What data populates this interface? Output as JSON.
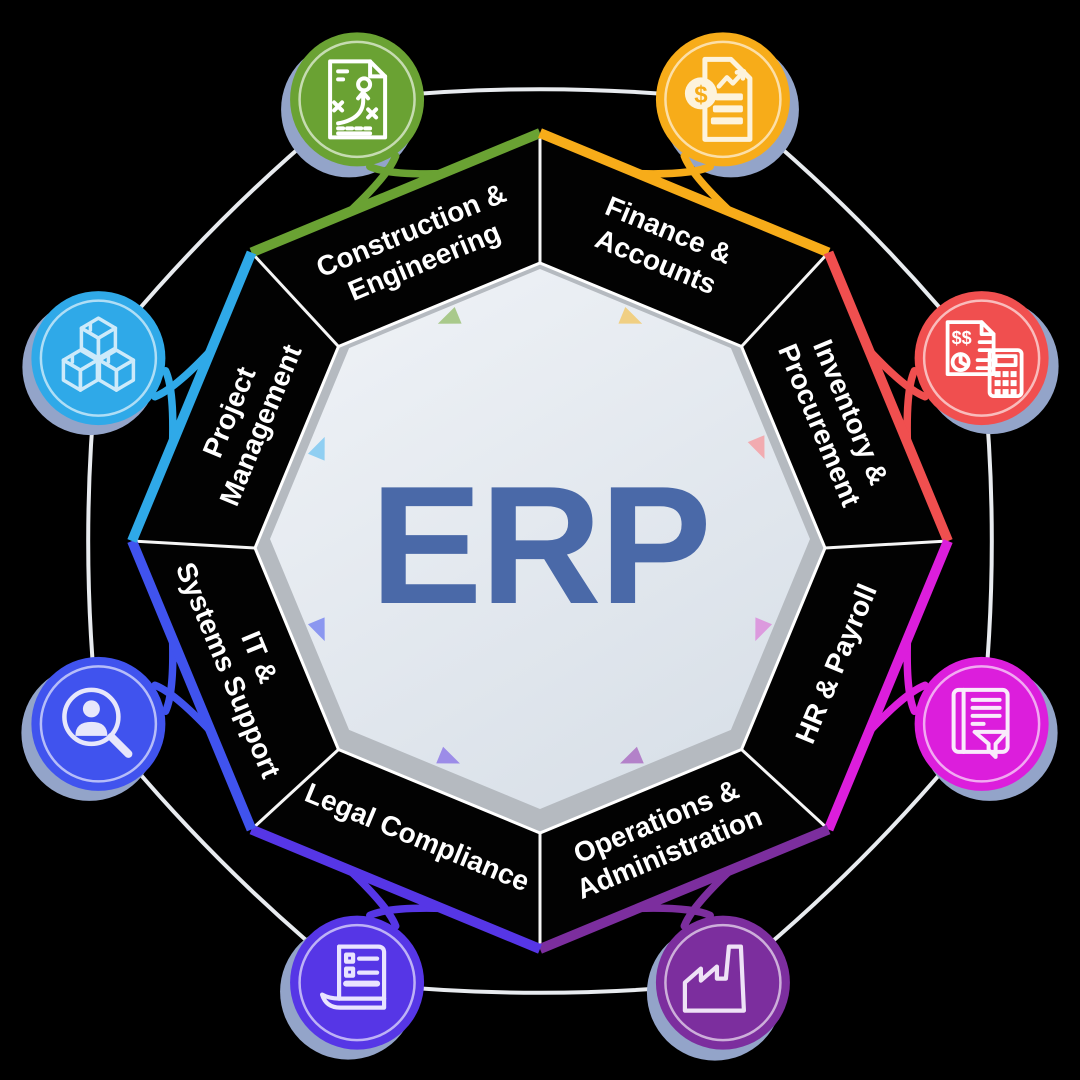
{
  "diagram": {
    "title": "ERP",
    "title_color": "#4a69a8",
    "background_color": "#000000",
    "ring_color": "#e8ebef",
    "separator_color": "#f5f5f5",
    "shadow_color": "#93a4c9",
    "bevel_color": "#b5bac0",
    "face_color_light": "#f0f3f7",
    "face_color_dark": "#dae1e9",
    "label_color": "#ffffff",
    "symbols": {
      "dollar": "$",
      "double_dollar": "$$"
    },
    "segments": [
      {
        "id": "construction-engineering",
        "label_lines": [
          "Construction &",
          "Engineering"
        ],
        "color": "#6aa233",
        "triangle_color": "#a9c98b",
        "icon": "strategy-document-icon",
        "icon_art_color": "#ffffff"
      },
      {
        "id": "finance-accounts",
        "label_lines": [
          "Finance &",
          "Accounts"
        ],
        "color": "#f7ac19",
        "triangle_color": "#f0cf83",
        "icon": "finance-report-icon",
        "icon_art_color": "#fdf3dc"
      },
      {
        "id": "inventory-procurement",
        "label_lines": [
          "Inventory &",
          "Procurement"
        ],
        "color": "#f04f4f",
        "triangle_color": "#f2abb0",
        "icon": "invoice-calculator-icon",
        "icon_art_color": "#ffffff"
      },
      {
        "id": "hr-payroll",
        "label_lines": [
          "HR & Payroll"
        ],
        "color": "#dc1edc",
        "triangle_color": "#dc9ade",
        "icon": "ledger-filter-icon",
        "icon_art_color": "#f9ebfb"
      },
      {
        "id": "operations-administration",
        "label_lines": [
          "Operations &",
          "Administration"
        ],
        "color": "#7c2e9e",
        "triangle_color": "#b381c9",
        "icon": "factory-icon",
        "icon_art_color": "#eee2f6"
      },
      {
        "id": "legal-compliance",
        "label_lines": [
          "Legal Compliance"
        ],
        "color": "#5636e6",
        "triangle_color": "#9c8ce8",
        "icon": "legal-document-icon",
        "icon_art_color": "#e9e4ff"
      },
      {
        "id": "it-systems-support",
        "label_lines": [
          "IT &",
          "Systems Support"
        ],
        "color": "#4053ee",
        "triangle_color": "#8b97f0",
        "icon": "person-search-icon",
        "icon_art_color": "#e7e7fb"
      },
      {
        "id": "project-management",
        "label_lines": [
          "Project",
          "Management"
        ],
        "color": "#2fa9e8",
        "triangle_color": "#90cff2",
        "icon": "cubes-icon",
        "icon_art_color": "#cdeafa"
      }
    ]
  }
}
